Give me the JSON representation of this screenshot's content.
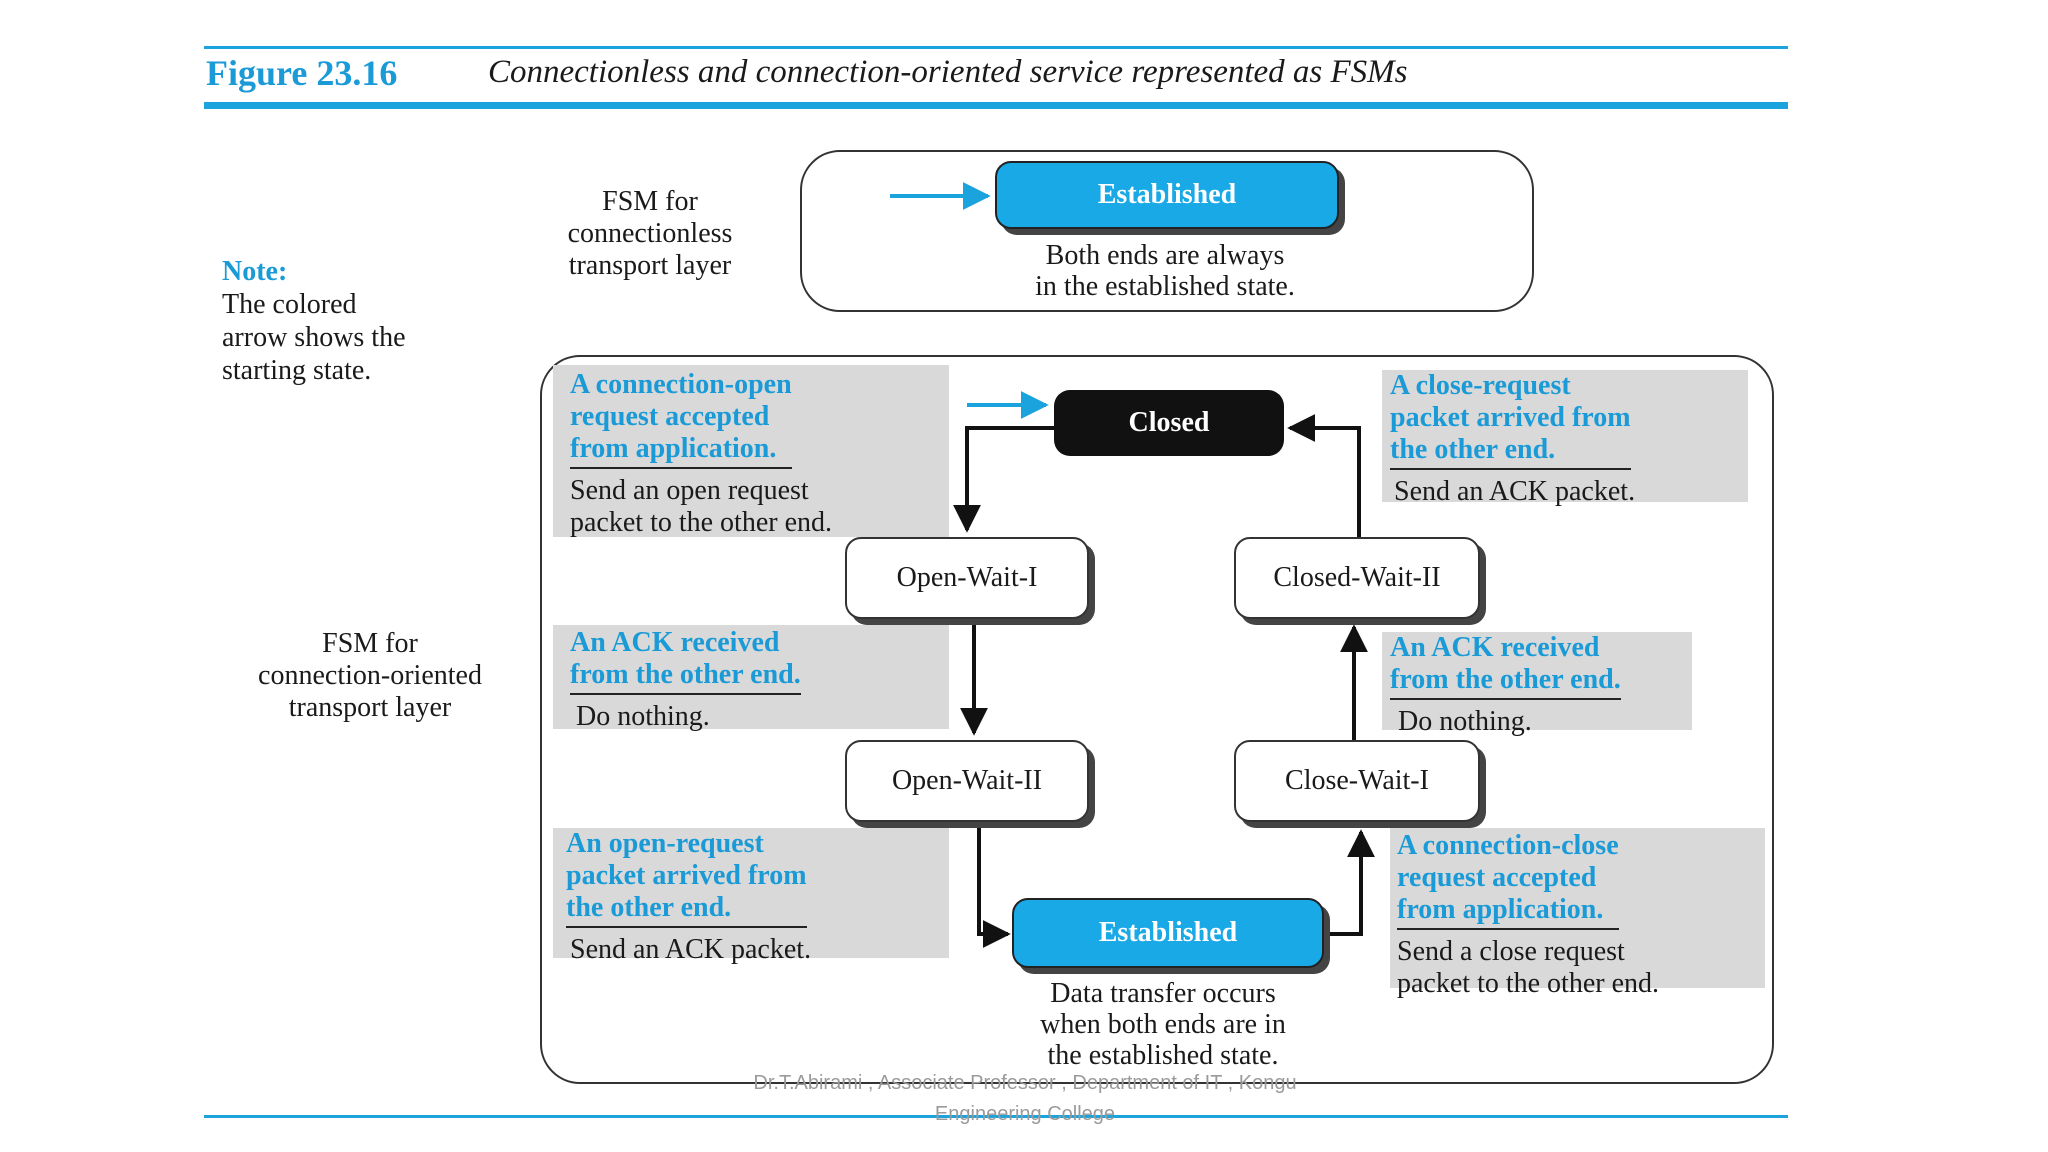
{
  "figure": {
    "number": "Figure 23.16",
    "title": "Connectionless and connection-oriented service represented as FSMs"
  },
  "note": {
    "title": "Note:",
    "text": "The colored\narrow shows the\nstarting state."
  },
  "connectionless": {
    "label": "FSM for\nconnectionless\ntransport layer",
    "state": "Established",
    "caption": "Both ends are always\nin the established state."
  },
  "connection_oriented": {
    "label": "FSM for\nconnection-oriented\ntransport layer",
    "states": {
      "closed": "Closed",
      "open_wait_1": "Open-Wait-I",
      "open_wait_2": "Open-Wait-II",
      "established": "Established",
      "close_wait_1": "Close-Wait-I",
      "closed_wait_2": "Closed-Wait-II"
    },
    "transitions": {
      "open_request": {
        "event": "A connection-open\nrequest accepted\nfrom application.",
        "action": "Send an open request\npacket to the other end."
      },
      "ack_open": {
        "event": "An ACK received\nfrom the other end.",
        "action": "Do nothing."
      },
      "open_request_arrived": {
        "event": "An open-request\npacket arrived from\nthe other end.",
        "action": "Send an ACK packet."
      },
      "close_request": {
        "event": "A connection-close\nrequest accepted\nfrom application.",
        "action": "Send a close request\npacket to the other end."
      },
      "ack_close": {
        "event": "An ACK received\nfrom the other end.",
        "action": "Do nothing."
      },
      "close_request_arrived": {
        "event": "A close-request\npacket arrived from\nthe other end.",
        "action": "Send an ACK packet."
      }
    },
    "established_caption": "Data transfer occurs\nwhen both ends are in\nthe established state."
  },
  "footer": "Dr.T.Abirami , Associate Professor , Department of IT , Kongu Engineering College",
  "colors": {
    "accent": "#1a9ad6",
    "state_blue": "#19a9e6",
    "gray_box": "#d9d9d9"
  }
}
